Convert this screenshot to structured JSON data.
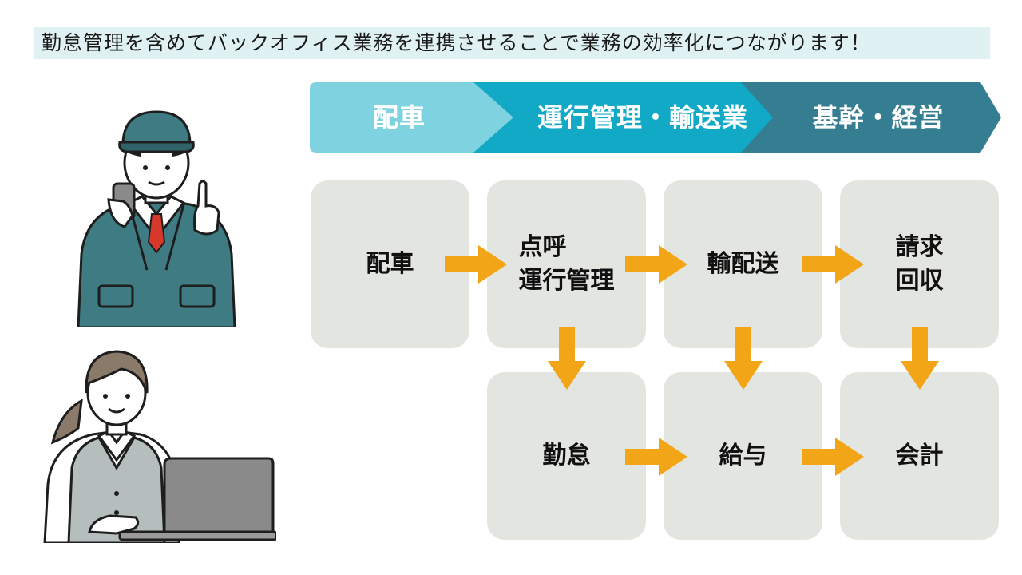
{
  "headline": "勤怠管理を含めてバックオフィス業務を連携させることで業務の効率化につながります！",
  "phases": [
    {
      "label": "配車",
      "color": "#7fd3e0"
    },
    {
      "label": "運行管理・輸送業",
      "color": "#11a9c5"
    },
    {
      "label": "基幹・経営",
      "color": "#357e92"
    }
  ],
  "boxes": {
    "dispatch": "配車",
    "rollcall": "点呼\n運行管理",
    "delivery": "輸配送",
    "billing": "請求\n回収",
    "attendance": "勤怠",
    "payroll": "給与",
    "accounting": "会計"
  },
  "colors": {
    "arrow": "#f2a516",
    "box": "#e3e5e1",
    "headline_bg": "#dff1f3"
  },
  "people": [
    {
      "role": "driver",
      "icon": "driver-illustration"
    },
    {
      "role": "office-worker",
      "icon": "office-worker-illustration"
    }
  ]
}
